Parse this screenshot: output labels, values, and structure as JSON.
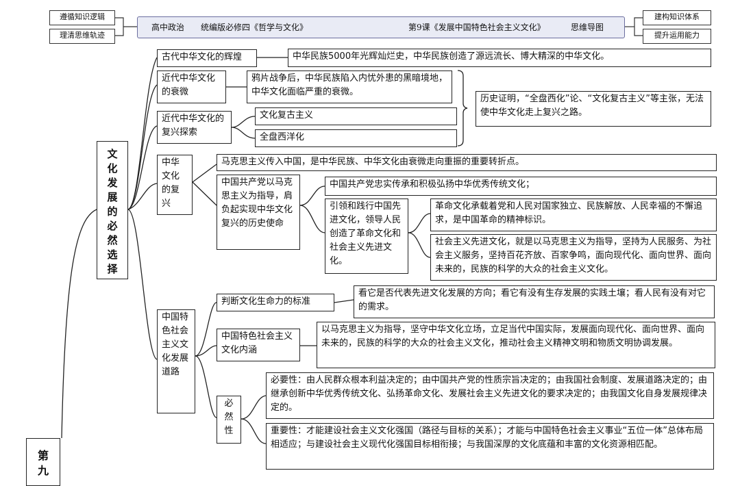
{
  "header": {
    "left_tags": [
      "遵循知识逻辑",
      "理清思维轨迹"
    ],
    "right_tags": [
      "建构知识体系",
      "提升运用能力"
    ],
    "banner_subject": "高中政治",
    "banner_book": "统编版必修四《哲学与文化》",
    "banner_lesson": "第9课《发展中国特色社会主义文化》",
    "banner_type": "思维导图"
  },
  "chapter": "第九",
  "main_topic": "文化发展的必然选择",
  "nodes": {
    "ancient": "古代中华文化的辉煌",
    "ancient_detail": "中华民族5000年光辉灿烂史，中华民族创造了源远流长、博大精深的中华文化。",
    "modern_decline": "近代中华文化的衰微",
    "modern_decline_detail": "鸦片战争后，中华民族陷入内忧外患的黑暗境地，中华文化面临严重的衰微。",
    "revival_explore": "近代中华文化的复兴探索",
    "revival_a": "文化复古主义",
    "revival_b": "全盘西洋化",
    "history_proof": "历史证明，“全盘西化”论、“文化复古主义”等主张，无法使中华文化走上复兴之路。",
    "zh_revival": "中华文化的复兴",
    "marxism_intro": "马克思主义传入中国，是中华民族、中华文化由衰微走向重振的重要转折点。",
    "cpc_mission": "中国共产党以马克思主义为指导，肩负起实现中华文化复兴的历史使命",
    "cpc_inherit": "中国共产党忠实传承和积极弘扬中华优秀传统文化；",
    "cpc_lead": "引领和践行中国先进文化，领导人民创造了革命文化和社会主义先进文化。",
    "rev_culture": "革命文化承载着党和人民对国家独立、民族解放、人民幸福的不懈追求，是中国革命的精神标识。",
    "soc_culture": "社会主义先进文化，就是以马克思主义为指导，坚持为人民服务、为社会主义服务，坚持百花齐放、百家争鸣，面向现代化、面向世界、面向未来的，民族的科学的大众的社会主义文化。",
    "cs_road": "中国特色社会主义文化发展道路",
    "standard": "判断文化生命力的标准",
    "standard_detail": "看它是否代表先进文化发展的方向；看它有没有生存发展的实践土壤；看人民有没有对它的需求。",
    "connotation": "中国特色社会主义文化内涵",
    "connotation_detail": "以马克思主义为指导，坚守中华文化立场，立足当代中国实际，发展面向现代化、面向世界、面向未来的，民族的科学的大众的社会主义文化，推动社会主义精神文明和物质文明协调发展。",
    "necessity": "必然性",
    "necessity_need": "必要性：由人民群众根本利益决定的；由中国共产党的性质宗旨决定的；由我国社会制度、发展道路决定的；由继承创新中华优秀传统文化、弘扬革命文化、发展社会主义先进文化的要求决定的；由我国文化自身发展规律决定的。",
    "necessity_importance": "重要性：才能建设社会主义文化强国（路径与目标的关系）；才能与中国特色社会主义事业“五位一体”总体布局相适应；与建设社会主义现代化强国目标相衔接；与我国深厚的文化底蕴和丰富的文化资源相匹配。"
  }
}
